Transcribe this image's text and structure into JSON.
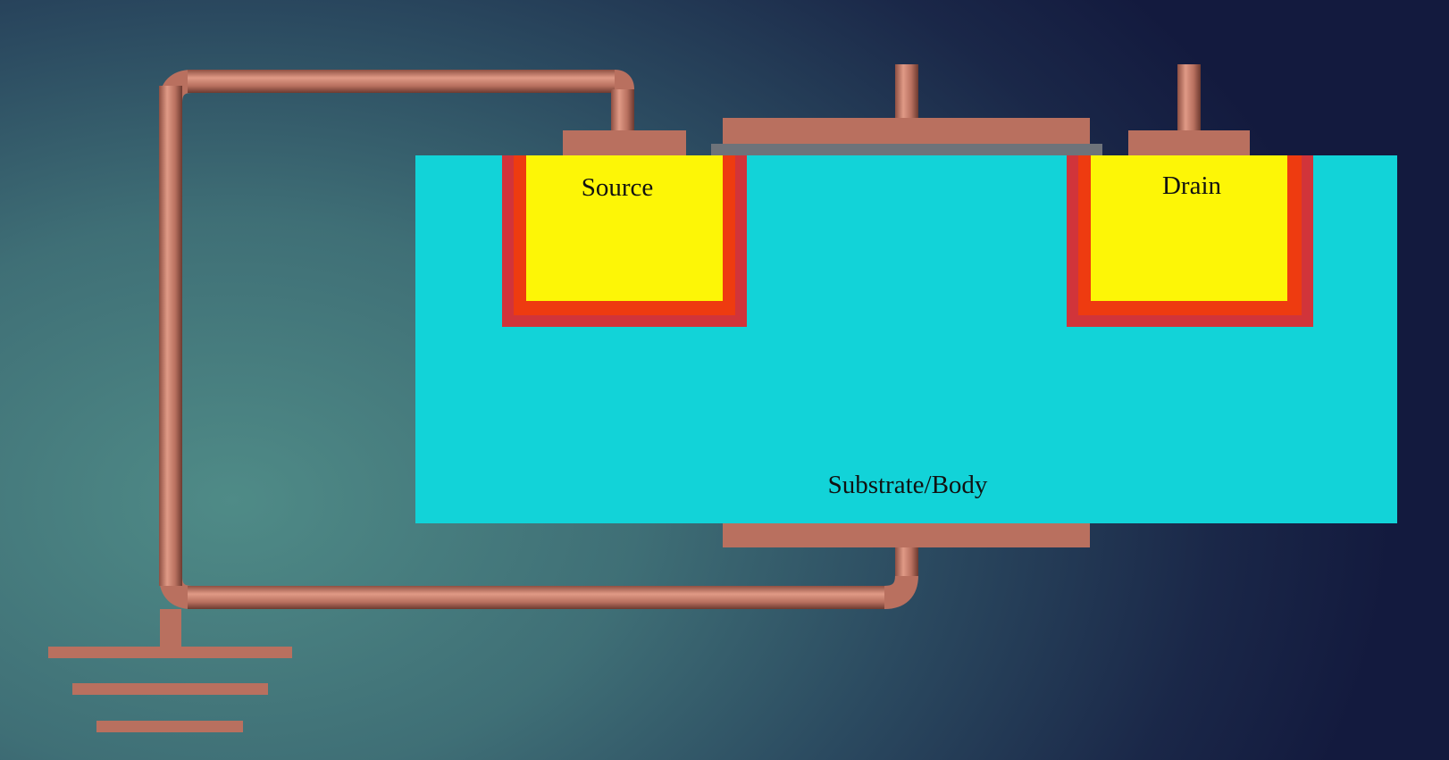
{
  "labels": {
    "source": "Source",
    "drain": "Drain",
    "substrate": "Substrate/Body"
  },
  "colors": {
    "copper": "#b9705f",
    "substrate": "#12d3d8",
    "n_region": "#fdf606",
    "depletion_inner": "#ee3b10",
    "depletion_outer": "#d1343a",
    "oxide": "#6e737a"
  }
}
